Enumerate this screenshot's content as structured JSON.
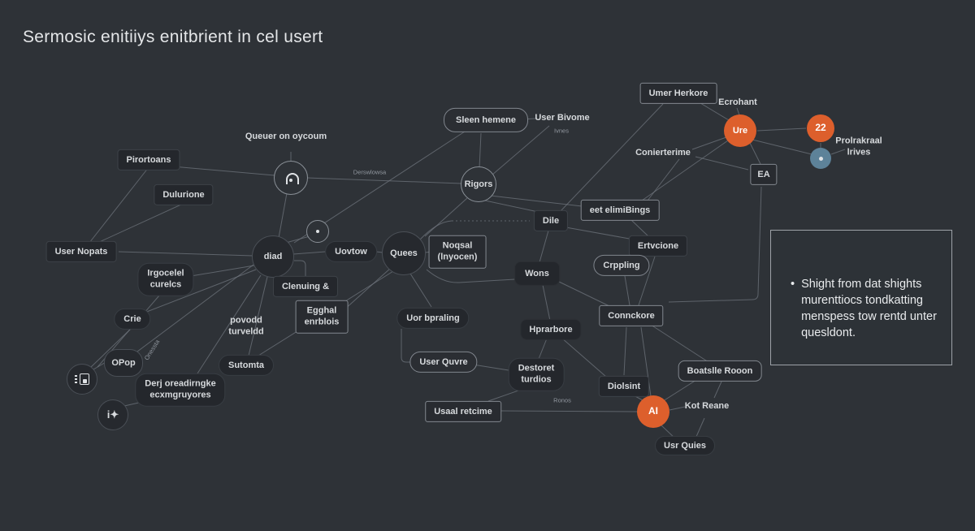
{
  "title": "Sermosic enitiiys enitbrient in cel usert",
  "colors": {
    "background": "#2e3237",
    "accent_orange": "#dd5f2c",
    "accent_blue": "#5d8299",
    "line": "#72777f",
    "text": "#d7dadd"
  },
  "nodes": {
    "pirortoans": "Pirortoans",
    "dulurione": "Dulurione",
    "user_nopats": "User Nopats",
    "queuer_on_oycoum": "Queuer on oycoum",
    "diad": "diad",
    "uovtow": "Uovtow",
    "quees": "Quees",
    "noqsal": {
      "l1": "Noqsal",
      "l2": "(lnyocen)"
    },
    "irgocelel": {
      "l1": "Irgocelel",
      "l2": "curelcs"
    },
    "crie": "Crie",
    "povodd": {
      "l1": "povodd",
      "l2": "turveldd"
    },
    "clenuing": "Clenuing &",
    "egghal": {
      "l1": "Egghal",
      "l2": "enrblois"
    },
    "uor_bpraling": "Uor bpraling",
    "opop": "OPop",
    "derj": {
      "l1": "Derj oreadirngke",
      "l2": "ecxmgruyores"
    },
    "sutomta": "Sutomta",
    "user_quvre": "User Quvre",
    "usaal_retcime": "Usaal retcime",
    "rigors": "Rigors",
    "sleen_hemene": "Sleen hemene",
    "user_bivome": "User Bivome",
    "dile": "Dile",
    "eet_elimibings": "eet elimiBings",
    "wons": "Wons",
    "ertvcione": "Ertvcione",
    "crppling": "Crppling",
    "connckore": "Connckore",
    "hprarbore": "Hprarbore",
    "destoret": {
      "l1": "Destoret",
      "l2": "turdios"
    },
    "diolsint": "Diolsint",
    "ai": "AI",
    "kot_reane": "Kot Reane",
    "usr_quies": "Usr Quies",
    "boatslle_rooon": "Boatslle Rooon",
    "umer_herkore": "Umer Herkore",
    "ecrohant": "Ecrohant",
    "ure": "Ure",
    "n22": "22",
    "prolrakraal": {
      "l1": "Prolrakraal",
      "l2": "lrives"
    },
    "ea": "EA",
    "conierterime": "Conierterime"
  },
  "line_labels": {
    "derswlowsa": "Derswlowsa",
    "ivnes": "Ivnes",
    "onessta": "Onessta",
    "ronos": "Ronos"
  },
  "icons": {
    "person": "person-icon",
    "center_dot": "dot-icon",
    "clipboard": "clipboard-icon",
    "iplus_glyph": "i✦"
  },
  "panel": {
    "bullet": "•",
    "text": "Shight from dat shights murenttiocs tondkatting menspess tow rentd unter quesldont."
  }
}
